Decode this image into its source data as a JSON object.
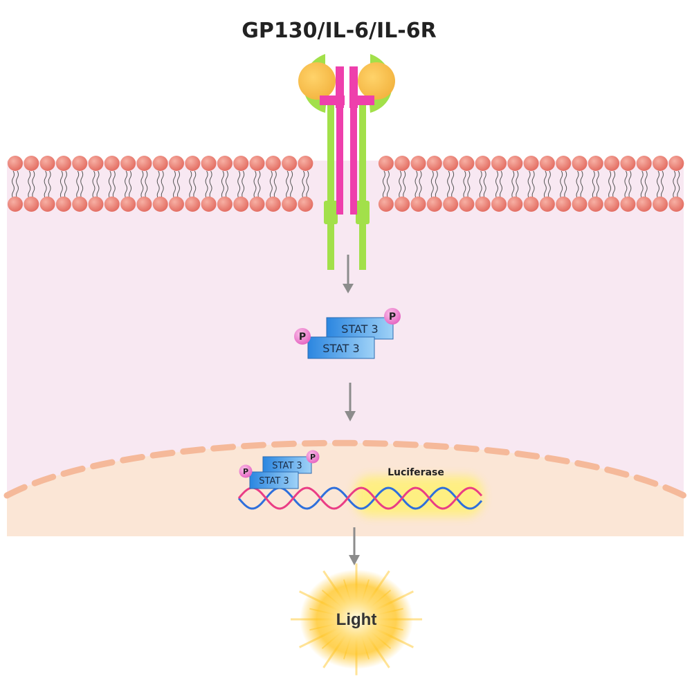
{
  "title": "GP130/IL-6/IL-6R",
  "stat_complex": {
    "top_label": "STAT 3",
    "bottom_label": "STAT 3",
    "phospho_label": "P"
  },
  "nuclear_complex": {
    "top_label": "STAT 3",
    "bottom_label": "STAT 3",
    "phospho_label": "P"
  },
  "reporter_gene": "Luciferase",
  "output": "Light",
  "colors": {
    "extracellular": "#ffffff",
    "cytoplasm": "#f8e8f2",
    "nucleus": "#fbe6d6",
    "lipid_head": "#e9786d",
    "receptor_green": "#a2e04a",
    "receptor_magenta": "#ee3fac",
    "ligand": "#f7c24e",
    "stat": "#3f9ee6",
    "phospho": "#ec6cc6",
    "dna_pink": "#ea3d85",
    "dna_blue": "#2e6fdc",
    "arrow": "#8c8c8c",
    "light_glow": "#ffc51c"
  }
}
